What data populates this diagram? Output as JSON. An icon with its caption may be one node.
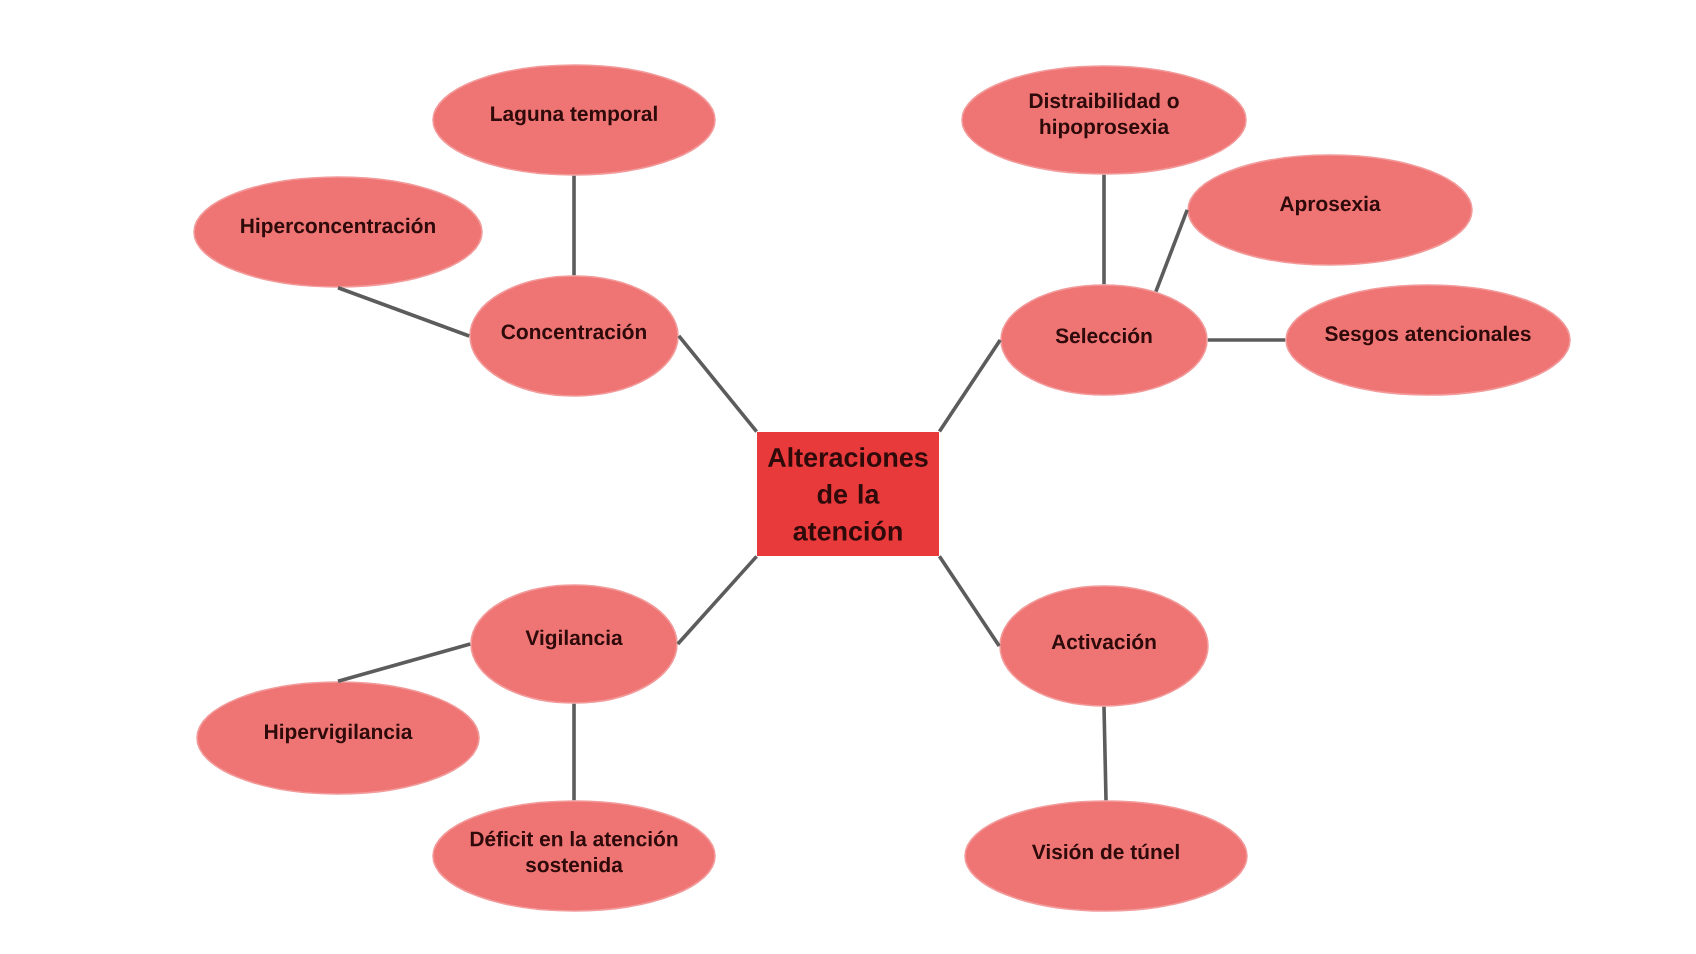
{
  "diagram": {
    "nodes": [
      {
        "text": [
          "Alteraciones de la atención"
        ]
      },
      {
        "text": [
          "Concentración"
        ]
      },
      {
        "text": [
          "Laguna temporal"
        ]
      },
      {
        "text": [
          "Hiperconcentración"
        ]
      },
      {
        "text": [
          "Selección"
        ]
      },
      {
        "text": [
          "Distraibilidad o hipoprosexia"
        ]
      },
      {
        "text": [
          "Aprosexia"
        ]
      },
      {
        "text": [
          "Sesgos atencionales"
        ]
      },
      {
        "text": [
          "Vigilancia"
        ]
      },
      {
        "text": [
          "Hipervigilancia"
        ]
      },
      {
        "text": [
          "Déficit en la atención sostenida"
        ]
      },
      {
        "text": [
          "Activación"
        ]
      },
      {
        "text": [
          "Visión de túnel"
        ]
      }
    ],
    "edges": [
      {
        "from": 0,
        "to": 1,
        "arrow": "none"
      },
      {
        "from": 1,
        "to": 2,
        "arrow": "none"
      },
      {
        "from": 1,
        "to": 3,
        "arrow": "none"
      },
      {
        "from": 0,
        "to": 4,
        "arrow": "none"
      },
      {
        "from": 4,
        "to": 5,
        "arrow": "none"
      },
      {
        "from": 4,
        "to": 6,
        "arrow": "none"
      },
      {
        "from": 4,
        "to": 7,
        "arrow": "none"
      },
      {
        "from": 0,
        "to": 8,
        "arrow": "none"
      },
      {
        "from": 8,
        "to": 9,
        "arrow": "none"
      },
      {
        "from": 8,
        "to": 10,
        "arrow": "none"
      },
      {
        "from": 0,
        "to": 11,
        "arrow": "none"
      },
      {
        "from": 11,
        "to": 12,
        "arrow": "none"
      }
    ]
  }
}
